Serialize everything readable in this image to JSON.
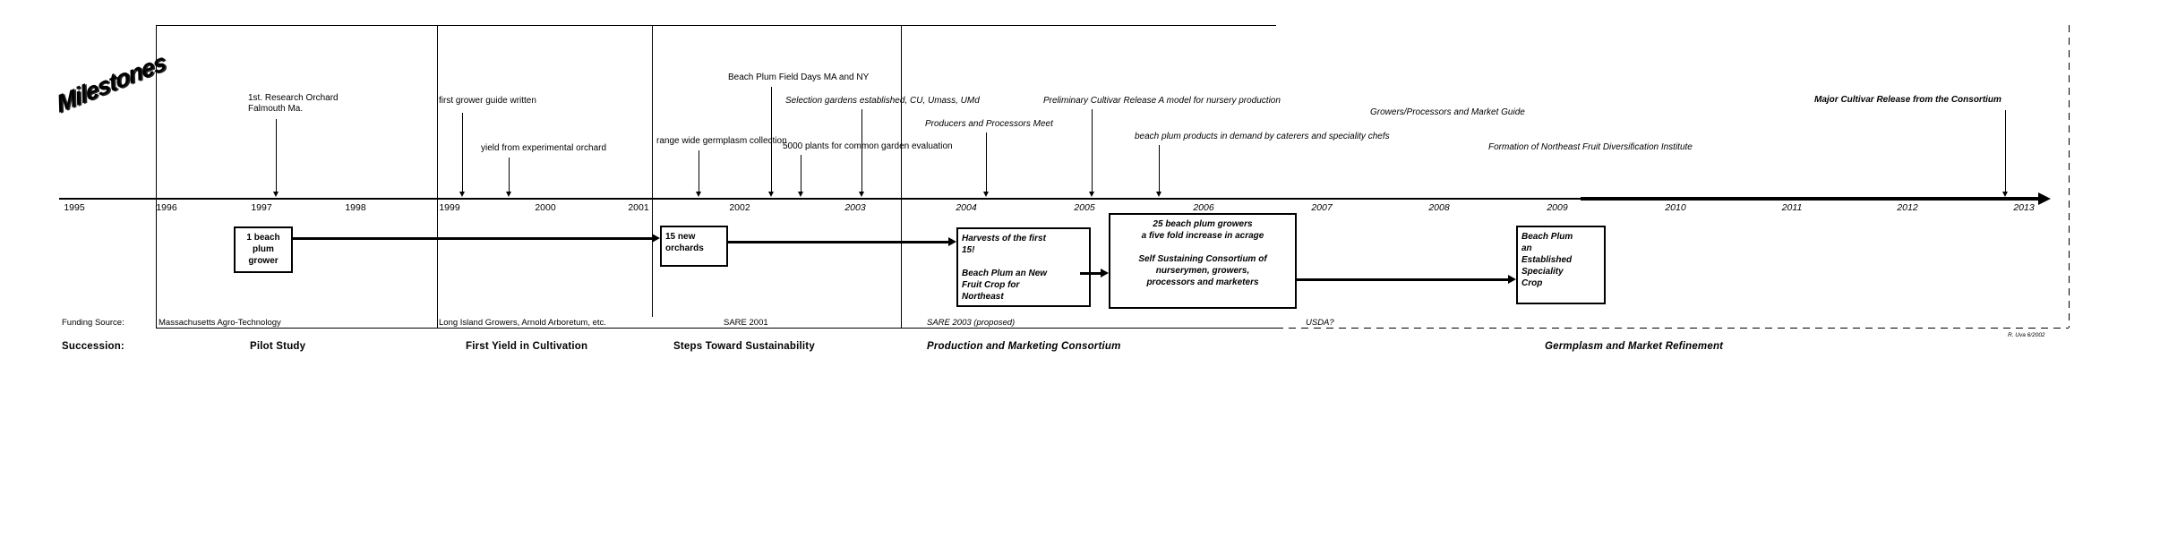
{
  "title": "Milestones",
  "axis": {
    "years": [
      "1995",
      "1996",
      "1997",
      "1998",
      "1999",
      "2000",
      "2001",
      "2002",
      "2003",
      "2004",
      "2005",
      "2006",
      "2007",
      "2008",
      "2009",
      "2010",
      "2011",
      "2012",
      "2013"
    ]
  },
  "annotations": {
    "research_orchard": "1st. Research Orchard\nFalmouth Ma.",
    "grower_guide": "first grower guide written",
    "yield_orchard": "yield from experimental orchard",
    "germplasm_collection": "range wide germplasm collection",
    "field_days": "Beach Plum Field Days MA and NY",
    "selection_gardens": "Selection gardens established, CU, Umass, UMd",
    "plants_5000": "5000 plants for common garden evaluation",
    "producers_meet": "Producers and Processors Meet",
    "preliminary_cultivar": "Preliminary Cultivar Release A model for nursery production",
    "products_demand": "beach plum products in demand by caterers and speciality chefs",
    "market_guide": "Growers/Processors and Market Guide",
    "institute": "Formation of Northeast Fruit Diversification Institute",
    "major_cultivar": "Major Cultivar Release from the Consortium"
  },
  "boxes": {
    "b1997": "1 beach\nplum\ngrower",
    "b2002": "15 new\norchards",
    "b2004": "Harvests of the first\n15!\n\nBeach Plum an New\nFruit Crop for\nNortheast",
    "b2006": "25 beach plum growers\na five fold increase in acrage\n\nSelf Sustaining Consortium of\nnurserymen, growers,\nprocessors and marketers",
    "b2009": "Beach Plum\nan\nEstablished\nSpeciality\nCrop"
  },
  "funding": {
    "label": "Funding Source:",
    "entries": [
      "Massachusetts Agro-Technology",
      "Long Island Growers, Arnold Arboretum, etc.",
      "SARE 2001",
      "SARE 2003 (proposed)",
      "USDA?"
    ]
  },
  "succession": {
    "label": "Succession:",
    "entries": [
      "Pilot Study",
      "First Yield in Cultivation",
      "Steps Toward Sustainability",
      "Production and Marketing Consortium",
      "Germplasm and Market Refinement"
    ]
  },
  "credit": "R. Uva 6/2002"
}
